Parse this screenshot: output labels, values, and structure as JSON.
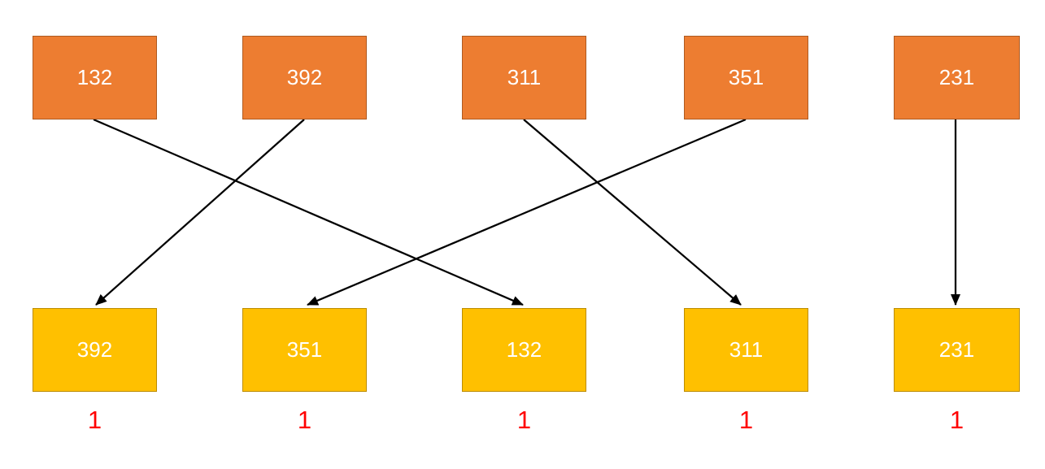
{
  "diagram": {
    "top_row": {
      "values": [
        "132",
        "392",
        "311",
        "351",
        "231"
      ]
    },
    "bottom_row": {
      "values": [
        "392",
        "351",
        "132",
        "311",
        "231"
      ]
    },
    "count_labels": {
      "values": [
        "1",
        "1",
        "1",
        "1",
        "1"
      ]
    },
    "arrows": [
      {
        "value": "132",
        "from_top_index": 0,
        "to_bottom_index": 2
      },
      {
        "value": "392",
        "from_top_index": 1,
        "to_bottom_index": 0
      },
      {
        "value": "311",
        "from_top_index": 2,
        "to_bottom_index": 3
      },
      {
        "value": "351",
        "from_top_index": 3,
        "to_bottom_index": 1
      },
      {
        "value": "231",
        "from_top_index": 4,
        "to_bottom_index": 4
      }
    ],
    "colors": {
      "top_box_fill": "#ED7D31",
      "top_box_border": "#AE5A21",
      "bottom_box_fill": "#FFC000",
      "bottom_box_border": "#BC8C00",
      "count_label": "#FF0000",
      "arrow": "#000000",
      "box_text": "#FFFFFF",
      "background": "#FFFFFF"
    }
  }
}
